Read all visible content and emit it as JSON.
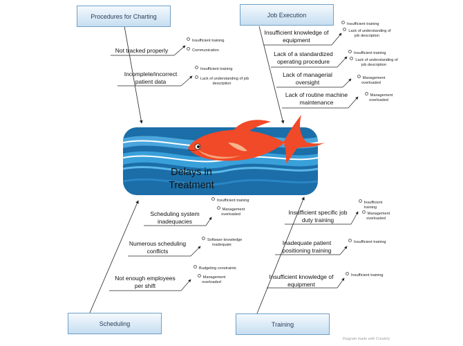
{
  "head": {
    "label": "Delays in Treatment"
  },
  "categories": {
    "procedures": "Procedures for Charting",
    "job": "Job Execution",
    "scheduling": "Scheduling",
    "training": "Training"
  },
  "procedures": {
    "c1": "Not tracked properly",
    "c1_subs": [
      "Insufficient training",
      "Communication"
    ],
    "c2": "Incomplete/incorrect patient data",
    "c2_subs": [
      "Insufficient training",
      "Lack of understanding of job description"
    ]
  },
  "job": {
    "c1": "Insufficient knowledge of equipment",
    "c1_subs": [
      "Insufficient training",
      "Lack of understanding of job description"
    ],
    "c2": "Lack of a standardized operating procedure",
    "c2_subs": [
      "Insufficient training",
      "Lack of understanding of job description"
    ],
    "c3": "Lack of managerial oversight",
    "c3_subs": [
      "Management overloaded"
    ],
    "c4": "Lack of routine machine maintenance",
    "c4_subs": [
      "Management overloaded"
    ]
  },
  "scheduling": {
    "c1": "Scheduling system inadequacies",
    "c1_subs": [
      "Insufficient training",
      "Management overloaded"
    ],
    "c2": "Numerous scheduling conflicts",
    "c2_subs": [
      "Software knowledge inadequate"
    ],
    "c3": "Not enough employees per shift",
    "c3_subs": [
      "Budgeting constraints",
      "Management overloaded"
    ]
  },
  "training": {
    "c1": "Insufficient specific job duty training",
    "c1_subs": [
      "Insufficient training",
      "Management overloaded"
    ],
    "c2": "Inadequate patient positioning training",
    "c2_subs": [
      "Insufficient training"
    ],
    "c3": "Insufficient knowledge of equipment",
    "c3_subs": [
      "Insufficient training"
    ]
  },
  "watermark": "Diagram made with Creately",
  "colors": {
    "water": "#1b6ea8",
    "fish": "#f04a28",
    "category_border": "#6f9fc4"
  }
}
